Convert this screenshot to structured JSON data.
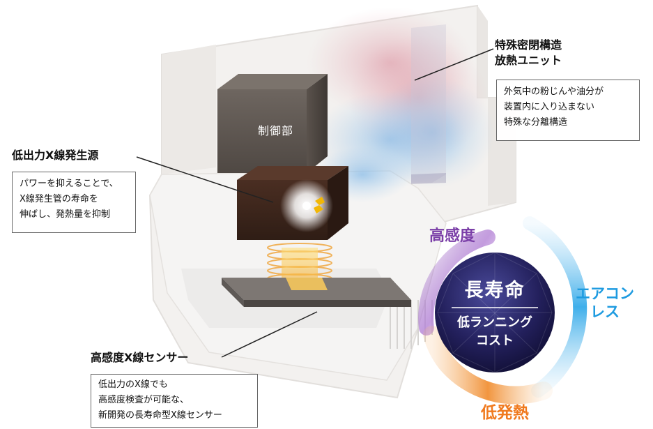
{
  "callouts": {
    "sealed_unit": {
      "title_lines": [
        "特殊密閉構造",
        "放熱ユニット"
      ],
      "desc_lines": [
        "外気中の粉じんや油分が",
        "装置内に入り込まない",
        "特殊な分離構造"
      ]
    },
    "low_output_source": {
      "title": "低出力X線発生源",
      "desc_lines": [
        "パワーを抑えることで、",
        "X線発生管の寿命を",
        "伸ばし、発熱量を抑制"
      ]
    },
    "high_sensitivity_sensor": {
      "title": "高感度X線センサー",
      "desc_lines": [
        "低出力のX線でも",
        "高感度検査が可能な、",
        "新開発の長寿命型X線センサー"
      ]
    }
  },
  "machine": {
    "control_unit_label": "制御部"
  },
  "benefit_badge": {
    "main_label": "長寿命",
    "sub_lines": [
      "低ランニング",
      "コスト"
    ],
    "arc_labels": {
      "top": "高感度",
      "right_lines": [
        "エアコン",
        "レス"
      ],
      "bottom": "低発熱"
    },
    "colors": {
      "top_arc": "#7b3fa8",
      "right_arc": "#1e9be0",
      "bottom_arc": "#f07a1e",
      "badge_dark": "#1a1848"
    }
  }
}
